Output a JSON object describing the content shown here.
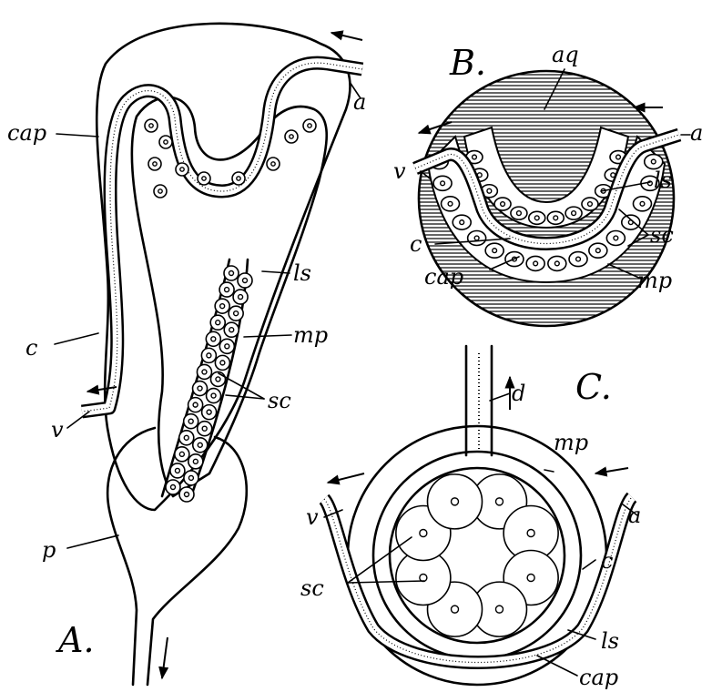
{
  "panels": {
    "A": {
      "title": "A.",
      "labels": {
        "a": "a",
        "cap": "cap",
        "c": "c",
        "v": "v",
        "p": "p",
        "ls": "ls",
        "mp": "mp",
        "sc": "sc"
      }
    },
    "B": {
      "title": "B.",
      "labels": {
        "aq": "aq",
        "a": "a",
        "v": "v",
        "ls": "ls",
        "sc": "sc",
        "c": "c",
        "cap": "cap",
        "mp": "mp"
      }
    },
    "C": {
      "title": "C.",
      "labels": {
        "d": "d",
        "mp": "mp",
        "a": "a",
        "v": "v",
        "c": "c",
        "sc": "sc",
        "ls": "ls",
        "cap": "cap"
      }
    }
  }
}
